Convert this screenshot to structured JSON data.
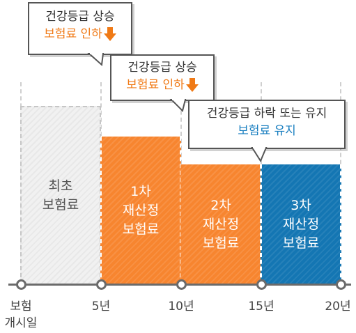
{
  "axis": {
    "ticks": [
      "보험\n개시일",
      "5년",
      "10년",
      "15년",
      "20년"
    ]
  },
  "bars": [
    {
      "label": "최초\n보험료",
      "color": "#f1f1f1"
    },
    {
      "label": "1차\n재산정\n보험료",
      "color": "#f7852f"
    },
    {
      "label": "2차\n재산정\n보험료",
      "color": "#f7852f"
    },
    {
      "label": "3차\n재산정\n보험료",
      "color": "#1476b3"
    }
  ],
  "callouts": [
    {
      "line1": "건강등급 상승",
      "line2": "보험료 인하",
      "icon": "down-arrow-icon",
      "accent": "#f07a16"
    },
    {
      "line1": "건강등급 상승",
      "line2": "보험료 인하",
      "icon": "down-arrow-icon",
      "accent": "#f07a16"
    },
    {
      "line1": "건강등급 하락 또는 유지",
      "line2": "보험료 유지",
      "accent": "#1a7fc0"
    }
  ]
}
